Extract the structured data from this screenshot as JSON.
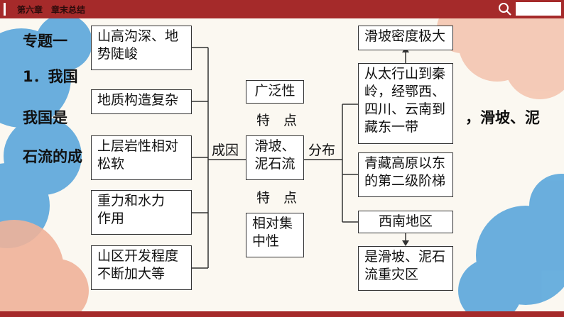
{
  "header": {
    "chapter": "第六章　章末总结"
  },
  "background_text": {
    "topic": "专题一",
    "point": "1．我国",
    "line1_left": "我国是",
    "line1_right": "，滑坡、泥",
    "line2_left": "石流的成"
  },
  "diagram": {
    "center": "滑坡、\n泥石流",
    "cause_label": "成因",
    "distribution_label": "分布",
    "feature_label_top": "特　点",
    "feature_label_bottom": "特　点",
    "feature_top": "广泛性",
    "feature_bottom": "相对集\n中性",
    "causes": [
      "山高沟深、地\n势陡峻",
      "地质构造复杂",
      "上层岩性相对\n松软",
      "重力和水力\n作用",
      "山区开发程度\n不断加大等"
    ],
    "distribution": [
      "滑坡密度极大",
      "从太行山到秦\n岭，经鄂西、\n四川、云南到\n藏东一带",
      "青藏高原以东\n的第二级阶梯",
      "西南地区",
      "是滑坡、泥石\n流重灾区"
    ]
  },
  "colors": {
    "brand": "#a52a2a",
    "cloud_blue": "#5aa6dc",
    "cloud_peach": "#f0b9a0"
  }
}
